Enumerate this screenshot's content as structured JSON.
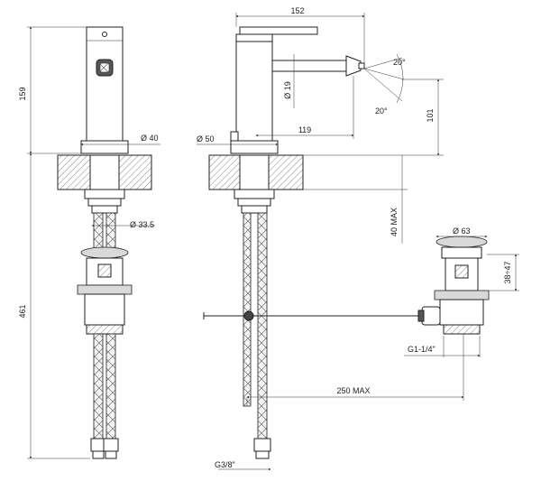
{
  "dimensions": {
    "front_height": "159",
    "front_total": "461",
    "spout_diameter": "Ø 40",
    "tube_diameter": "Ø 33.5",
    "side_length": "152",
    "handle_diameter": "Ø 19",
    "base_diameter": "Ø 50",
    "reach": "119",
    "angle_top": "20°",
    "angle_bottom": "20°",
    "spray_height": "101",
    "deck_max": "40 MAX",
    "pop_diameter": "Ø 63",
    "pop_height": "38÷47",
    "waste_thread": "G1-1/4\"",
    "rod_max": "250 MAX",
    "inlet_thread": "G3/8\""
  }
}
